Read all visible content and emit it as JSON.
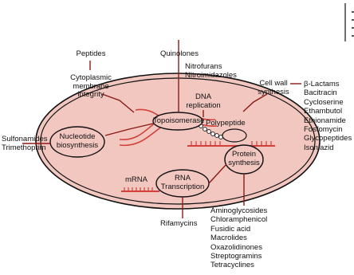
{
  "colors": {
    "cell_fill": "#f2c7c0",
    "accent_line": "#d3403a",
    "ink": "#111111"
  },
  "targets": {
    "peptides": "Peptides",
    "membrane": "Cytoplasmic\nmembrane\nintegrity",
    "quinolones": "Quinolones",
    "nitro": "Nitrofurans\nNitroimidazoles",
    "dna_replication": "DNA\nreplication",
    "cell_wall": "Cell wall\nsynthesis",
    "topoisomerase": "Topoisomerase",
    "polypeptide": "Polypeptide",
    "nucleotide": "Nucleotide\nbiosynthesis",
    "rna_transcription": "RNA\nTranscription",
    "mrna": "mRNA",
    "protein_synthesis": "Protein\nsynthesis",
    "sulfonamides": "Sulfonamides\nTrimethoprim",
    "rifamycins": "Rifamycins"
  },
  "cell_wall_drugs": [
    "β-Lactams",
    "Bacitracin",
    "Cycloserine",
    "Ethambutol",
    "Ethionamide",
    "Fosfomycin",
    "Glycopeptides",
    "Isoniazid"
  ],
  "protein_drugs": [
    "Aminoglycosides",
    "Chloramphenicol",
    "Fusidic acid",
    "Macrolides",
    "Oxazolidinones",
    "Streptogramins",
    "Tetracyclines"
  ]
}
